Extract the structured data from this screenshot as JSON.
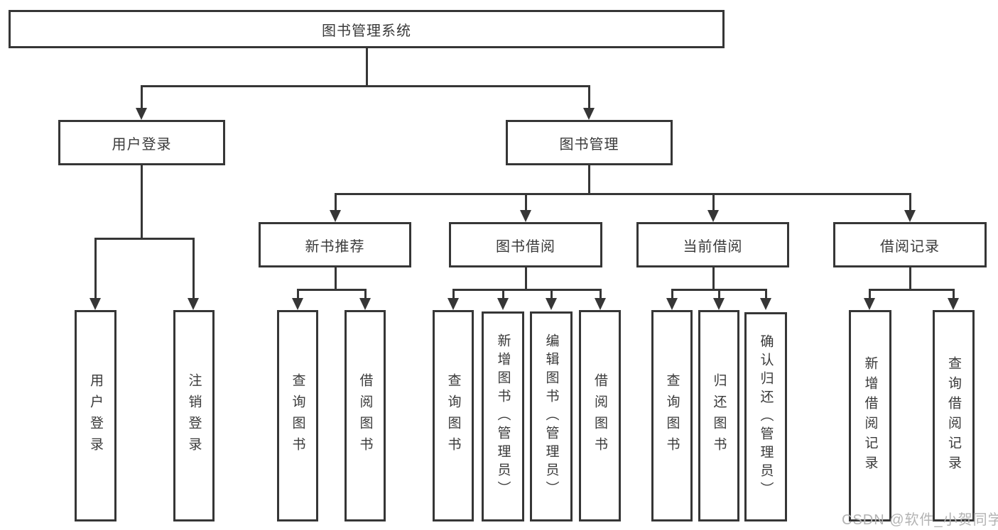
{
  "diagram": {
    "title": "图书管理系统",
    "root": {
      "label": "图书管理系统"
    },
    "children": [
      {
        "label": "用户登录",
        "children": [
          {
            "label": "用户登录"
          },
          {
            "label": "注销登录"
          }
        ]
      },
      {
        "label": "图书管理",
        "children": [
          {
            "label": "新书推荐",
            "children": [
              {
                "label": "查询图书"
              },
              {
                "label": "借阅图书"
              }
            ]
          },
          {
            "label": "图书借阅",
            "children": [
              {
                "label": "查询图书"
              },
              {
                "label": "新增图书（管理员）"
              },
              {
                "label": "编辑图书（管理员）"
              },
              {
                "label": "借阅图书"
              }
            ]
          },
          {
            "label": "当前借阅",
            "children": [
              {
                "label": "查询图书"
              },
              {
                "label": "归还图书"
              },
              {
                "label": "确认归还（管理员）"
              }
            ]
          },
          {
            "label": "借阅记录",
            "children": [
              {
                "label": "新增借阅记录"
              },
              {
                "label": "查询借阅记录"
              }
            ]
          }
        ]
      }
    ]
  },
  "watermark": "CSDN @软件_小贺同学",
  "colors": {
    "line": "#363636",
    "text": "#3a3a3a",
    "watermark": "#b3b3b3",
    "background": "#ffffff"
  }
}
